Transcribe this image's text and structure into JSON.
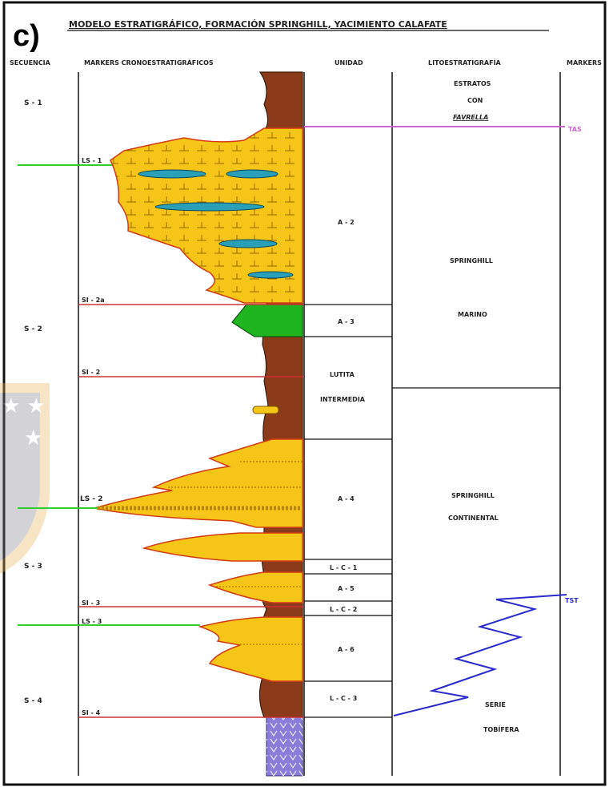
{
  "figure": {
    "panel_label": "c)",
    "title": "MODELO ESTRATIGRÁFICO, FORMACIÓN SPRINGHILL, YACIMIENTO CALAFATE"
  },
  "headers": {
    "secuencia": "SECUENCIA",
    "markers_crono": "MARKERS CRONOESTRATIGRÁFICOS",
    "unidad": "UNIDAD",
    "litoestratigrafia": "LITOESTRATIGRAFÍA",
    "markers": "MARKERS"
  },
  "sequences": [
    "S - 1",
    "S - 2",
    "S - 3",
    "S - 4"
  ],
  "surface_markers": [
    "LS - 1",
    "SI - 2a",
    "SI - 2",
    "LS - 2",
    "SI - 3",
    "LS - 3",
    "SI - 4"
  ],
  "units": [
    "A - 2",
    "A - 3",
    "LUTITA",
    "INTERMEDIA",
    "A - 4",
    "L - C - 1",
    "A - 5",
    "L - C - 2",
    "A - 6",
    "L - C - 3"
  ],
  "lithostratigraphy": {
    "estratos": [
      "ESTRATOS",
      "CON",
      "FAVRELLA"
    ],
    "springhill_marino": [
      "SPRINGHILL",
      "MARINO"
    ],
    "springhill_continental": [
      "SPRINGHILL",
      "CONTINENTAL"
    ],
    "serie_tobifera": [
      "SERIE",
      "TOBÍFERA"
    ]
  },
  "right_markers": [
    "TAS",
    "TST"
  ],
  "colors": {
    "shale": "#8b3a1a",
    "sand": "#f5c518",
    "limestone_lens": "#2aa0b8",
    "glauconite": "#1fb51f",
    "tuff": "#8a7cd8",
    "tas_line": "#cc66cc",
    "ls_line": "#33cc33",
    "si_line": "#cc3333",
    "tst_line": "#2a2acc"
  }
}
